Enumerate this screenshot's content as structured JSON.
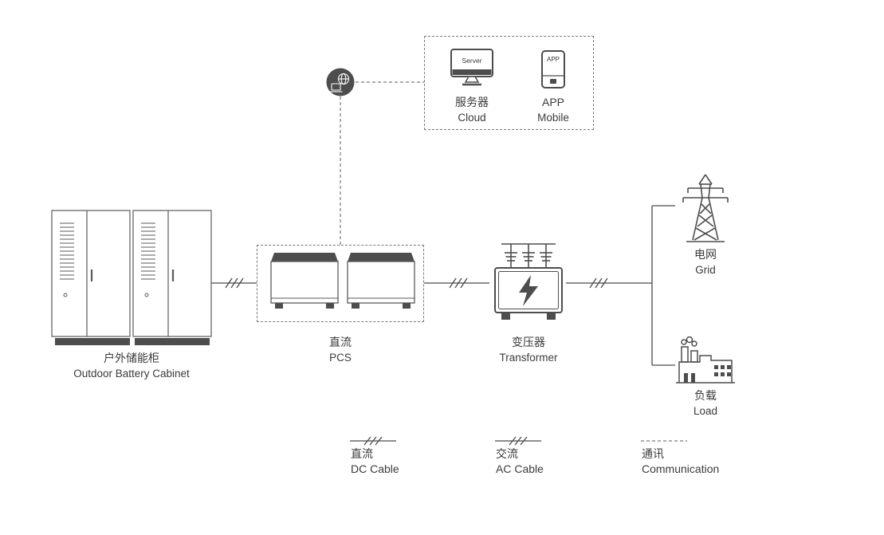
{
  "nodes": {
    "battery": {
      "zh": "户外储能柜",
      "en": "Outdoor Battery Cabinet"
    },
    "pcs": {
      "zh": "直流",
      "en": "PCS"
    },
    "server": {
      "screen": "Server",
      "zh": "服务器",
      "en": "Cloud"
    },
    "app": {
      "screen": "APP",
      "zh": "APP",
      "en": "Mobile"
    },
    "transformer": {
      "zh": "变压器",
      "en": "Transformer"
    },
    "grid": {
      "zh": "电网",
      "en": "Grid"
    },
    "load": {
      "zh": "负载",
      "en": "Load"
    }
  },
  "legend": {
    "dc": {
      "zh": "直流",
      "en": "DC Cable"
    },
    "ac": {
      "zh": "交流",
      "en": "AC Cable"
    },
    "comm": {
      "zh": "通讯",
      "en": "Communication"
    }
  },
  "colors": {
    "line": "#4a4a4a",
    "dark_fill": "#4d4d4d",
    "text": "#3b3b3b"
  }
}
